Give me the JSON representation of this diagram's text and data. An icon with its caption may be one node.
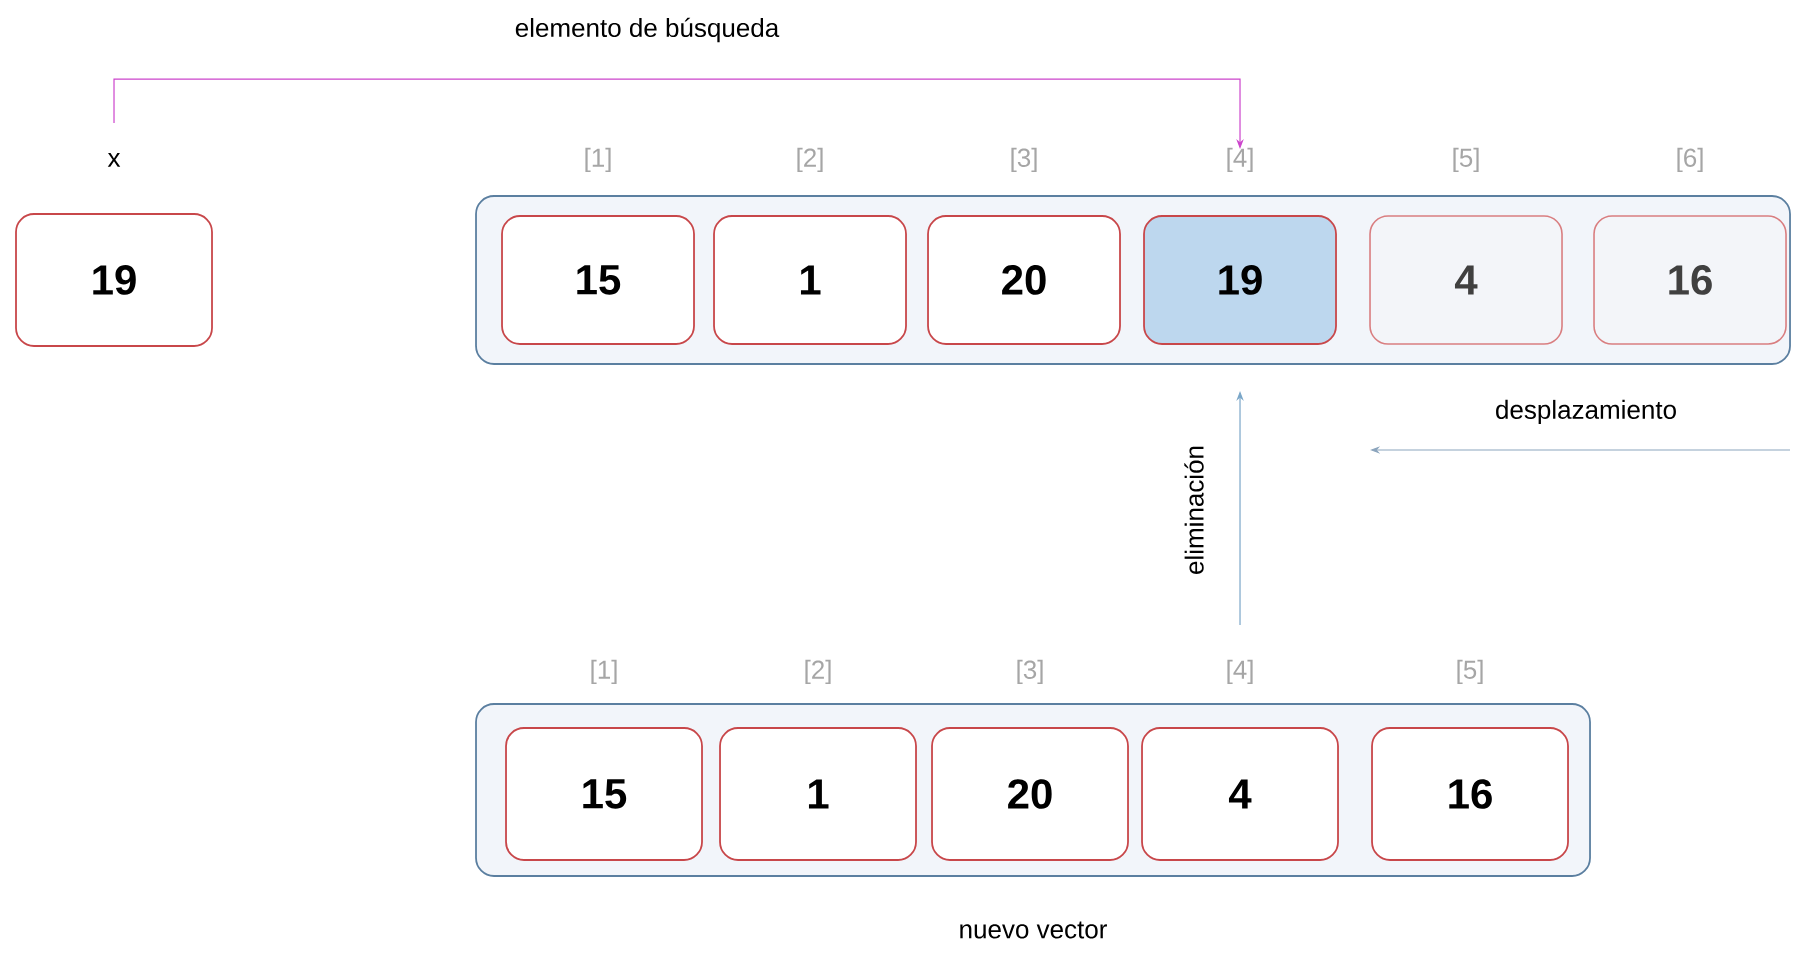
{
  "diagram": {
    "nodes": [
      {
        "text": [
          "19"
        ],
        "beside": [
          "x"
        ]
      },
      {
        "text": [],
        "shape": "box"
      },
      {
        "text": [
          "15"
        ],
        "in": 1,
        "beside": [
          "[1]"
        ]
      },
      {
        "text": [
          "1"
        ],
        "in": 1,
        "beside": [
          "[2]"
        ]
      },
      {
        "text": [
          "20"
        ],
        "in": 1,
        "beside": [
          "[3]"
        ]
      },
      {
        "text": [
          "19"
        ],
        "in": 1,
        "beside": [
          "[4]"
        ]
      },
      {
        "text": [
          "4"
        ],
        "in": 1,
        "beside": [
          "[5]"
        ]
      },
      {
        "text": [
          "16"
        ],
        "in": 1,
        "beside": [
          "[6]"
        ]
      },
      {
        "text": [],
        "shape": "box",
        "beside": [
          "nuevo vector"
        ]
      },
      {
        "text": [
          "15"
        ],
        "in": 8,
        "beside": [
          "[1]"
        ]
      },
      {
        "text": [
          "1"
        ],
        "in": 8,
        "beside": [
          "[2]"
        ]
      },
      {
        "text": [
          "20"
        ],
        "in": 8,
        "beside": [
          "[3]"
        ]
      },
      {
        "text": [
          "4"
        ],
        "in": 8,
        "beside": [
          "[4]"
        ]
      },
      {
        "text": [
          "16"
        ],
        "in": 8,
        "beside": [
          "[5]"
        ]
      }
    ],
    "edges": [
      {
        "from": 0,
        "to": 5,
        "arrow": "to",
        "label": "elemento de búsqueda",
        "color": "#cc44cc"
      },
      {
        "from": 12,
        "to": 5,
        "arrow": "to",
        "label": "eliminación",
        "color": "#7aa6c8"
      }
    ],
    "labels": [
      "desplazamiento"
    ]
  }
}
